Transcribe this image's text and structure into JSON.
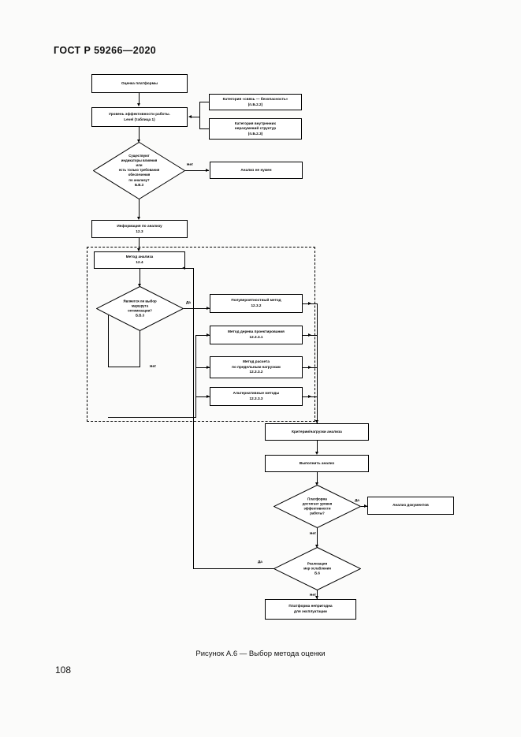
{
  "document": {
    "header": "ГОСТ Р 59266—2020",
    "page_number": "108",
    "figure_caption": "Рисунок А.6 — Выбор метода оценки"
  },
  "flowchart": {
    "nodes": {
      "platform_assessment": "Оценка платформы",
      "performance_level": "Уровень эффективности работы.\nLevel (таблица 1)",
      "category_safety": "Категория «связь — безопасность»\n(п.Б.2.2)",
      "category_internal": "Категория внутренних\nнеразумений структур\n(п.Б.2.3)",
      "decision_indicators": "Существуют\nиндикаторы влияния\nили\nесть только требования\nобеспечения\nпо анализу?\nБ.В.3",
      "analysis_not_needed": "Анализ не нужен",
      "analysis_information": "Информация по анализу\n12.3",
      "analysis_method": "Метод анализа\n12.4",
      "decision_route": "Является ли выбор\nмаршрута\nоптимизации?\nБ.В.3",
      "method_semiprob": "Полувероятностный метод\n12.3.2",
      "method_design_tree": "Метод дерева проектирования\n12.3.3.1",
      "method_limit_loads": "Метод расчета\nпо предельным нагрузкам\n12.3.3.2",
      "method_alternative": "Альтернативные методы\n12.3.3.3",
      "criteria_loads": "Критерии/нагрузки анализа",
      "perform_analysis": "Выполнить анализ",
      "decision_reaches_level": "Платформа\nдостигает уровня\nэффективности\nработы?",
      "document_analysis": "Анализ документов",
      "decision_mitigation": "Реализация\nмер ослабления\nБ.6",
      "platform_unfit": "Платформа непригодна\nдля эксплуатации"
    },
    "edge_labels": {
      "no_indicators": "Нет",
      "yes_route": "Да",
      "no_route": "Нет",
      "yes_reaches": "Да",
      "no_reaches": "Нет",
      "yes_mitigation": "Да",
      "no_mitigation": "Нет"
    }
  }
}
